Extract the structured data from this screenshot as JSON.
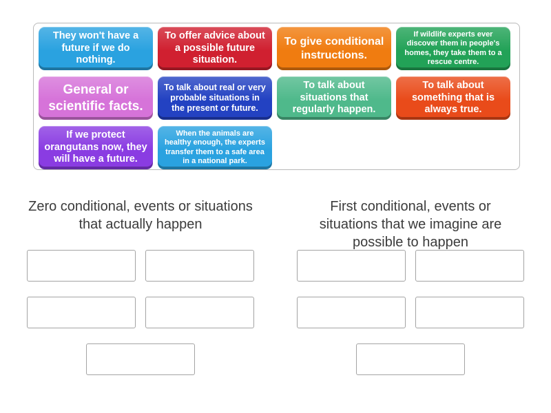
{
  "tray": {
    "tiles": [
      {
        "text": "They won't have a future if we do nothing.",
        "color": "#2aa2e0"
      },
      {
        "text": "To offer advice about a possible future situation.",
        "color": "#d02030"
      },
      {
        "text": "To give conditional instructions.",
        "color": "#f07c10"
      },
      {
        "text": "If wildlife experts ever discover them in people's homes, they take them to a rescue centre.",
        "color": "#22a257"
      },
      {
        "text": "General or scientific facts.",
        "color": "#d673d9"
      },
      {
        "text": "To talk about real or very probable situations in the present or future.",
        "color": "#2342c2"
      },
      {
        "text": "To talk about situations that regularly happen.",
        "color": "#4fb98b"
      },
      {
        "text": "To talk about something that is always true.",
        "color": "#e94b1a"
      },
      {
        "text": "If we protect orangutans now, they will have a future.",
        "color": "#8a3ce2"
      },
      {
        "text": "When the animals are healthy enough, the experts transfer them to a safe area in a national park.",
        "color": "#2aa2e0"
      }
    ]
  },
  "categories": [
    {
      "title": "Zero conditional, events or situations that actually happen",
      "slot_count": 5
    },
    {
      "title": "First conditional, events or situations that we imagine are possible to happen",
      "slot_count": 5
    }
  ]
}
